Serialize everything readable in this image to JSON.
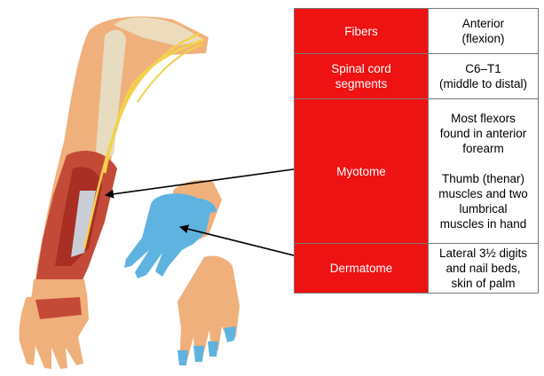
{
  "table": {
    "rows": [
      {
        "label": [
          "Fibers"
        ],
        "value": [
          "Anterior",
          "(flexion)"
        ]
      },
      {
        "label": [
          "Spinal cord",
          "segments"
        ],
        "value": [
          "C6–T1",
          "(middle to distal)"
        ]
      },
      {
        "label": [
          "Myotome"
        ],
        "value": [
          "Most flexors",
          "found in anterior",
          "forearm"
        ],
        "value2": [
          "Thumb (thenar)",
          "muscles and two",
          "lumbrical",
          "muscles in hand"
        ]
      },
      {
        "label": [
          "Dermatome"
        ],
        "value": [
          "Lateral 3½ digits",
          "and nail beds,",
          "skin of palm"
        ]
      }
    ]
  },
  "colors": {
    "label_bg": "#ee1212",
    "dermatome_blue": "#5fb3e0",
    "skin": "#f0b07c",
    "muscle": "#c23a2e",
    "nerve": "#f2d24a"
  }
}
